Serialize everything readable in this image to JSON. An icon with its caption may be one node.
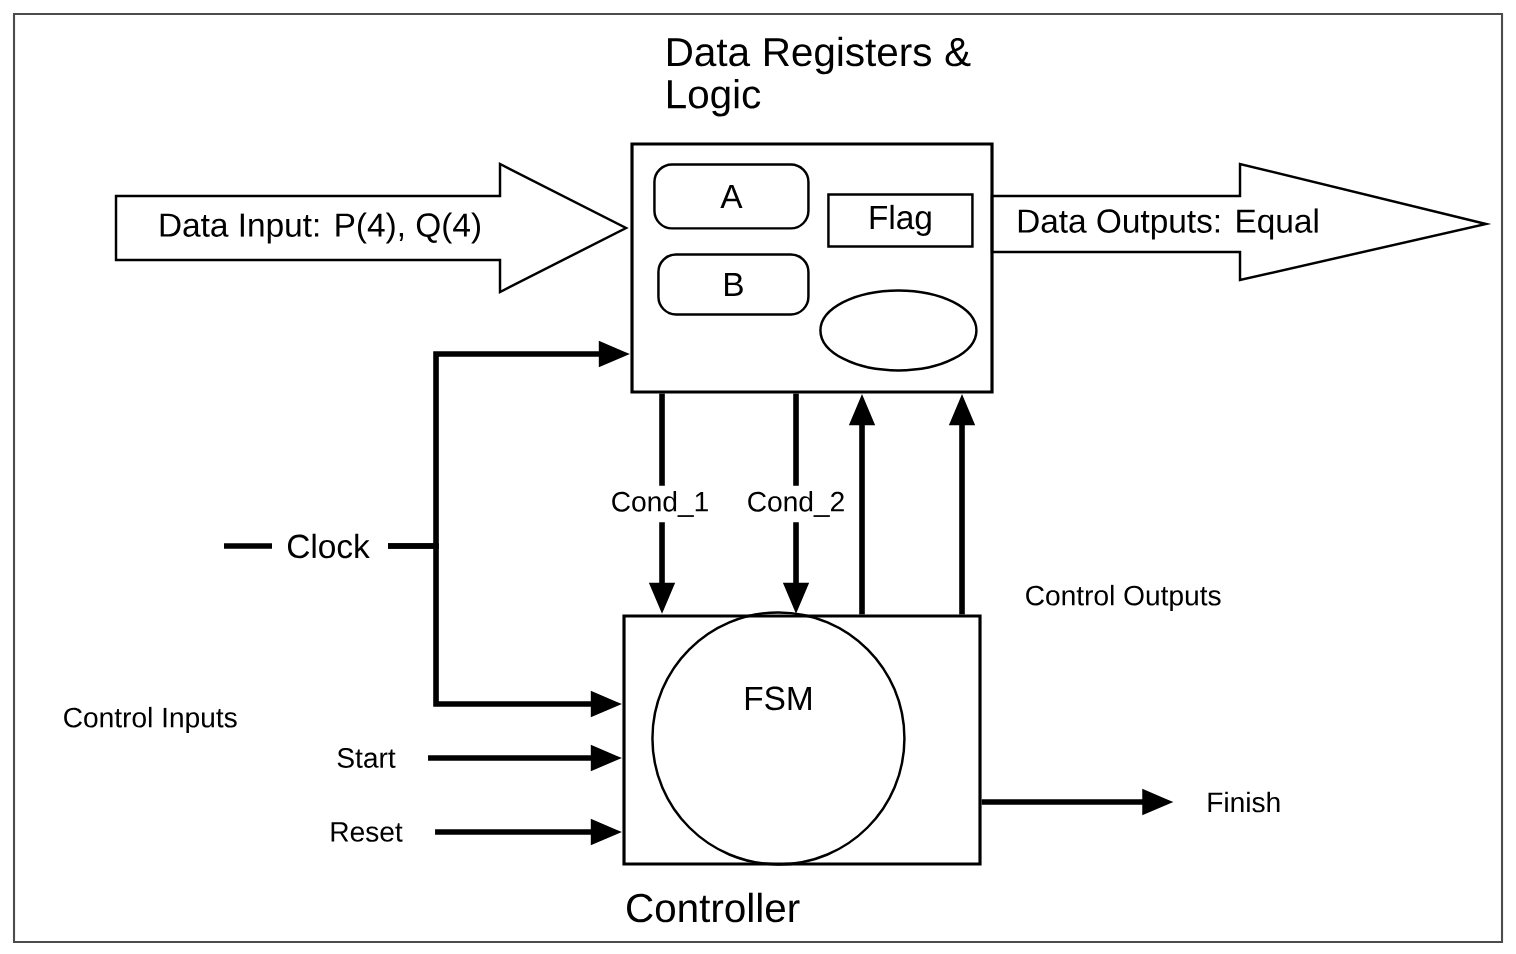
{
  "diagram": {
    "nodes": [
      {
        "text": [
          "Data Registers & Logic"
        ]
      },
      {
        "text": [
          "A"
        ],
        "in": 0
      },
      {
        "text": [
          "B"
        ],
        "in": 0
      },
      {
        "text": [
          "Flag"
        ],
        "in": 0
      },
      {
        "text": [],
        "shape": "ellipse",
        "in": 0
      },
      {
        "text": [
          "Controller"
        ]
      },
      {
        "text": [
          "FSM"
        ],
        "in": 5
      },
      {
        "text": [
          "Data Input: P(4), Q(4)"
        ]
      },
      {
        "text": [
          "Data Outputs: Equal"
        ]
      },
      {
        "text": [
          "Clock"
        ]
      },
      {
        "text": [
          "Start"
        ]
      },
      {
        "text": [
          "Reset"
        ]
      },
      {
        "text": [
          "Finish"
        ]
      }
    ],
    "edges": [
      {
        "from": 9,
        "to": 0,
        "arrow": "to"
      },
      {
        "from": 9,
        "to": 5,
        "arrow": "to"
      },
      {
        "from": 0,
        "to": 5,
        "arrow": "to",
        "label": "Cond_1"
      },
      {
        "from": 0,
        "to": 5,
        "arrow": "to",
        "label": "Cond_2"
      },
      {
        "from": 5,
        "to": 0,
        "arrow": "to"
      },
      {
        "from": 5,
        "to": 0,
        "arrow": "to"
      },
      {
        "from": 10,
        "to": 5,
        "arrow": "to"
      },
      {
        "from": 11,
        "to": 5,
        "arrow": "to"
      },
      {
        "from": 5,
        "to": 12,
        "arrow": "to"
      }
    ],
    "labels": [
      "Control Outputs",
      "Control Inputs"
    ]
  }
}
